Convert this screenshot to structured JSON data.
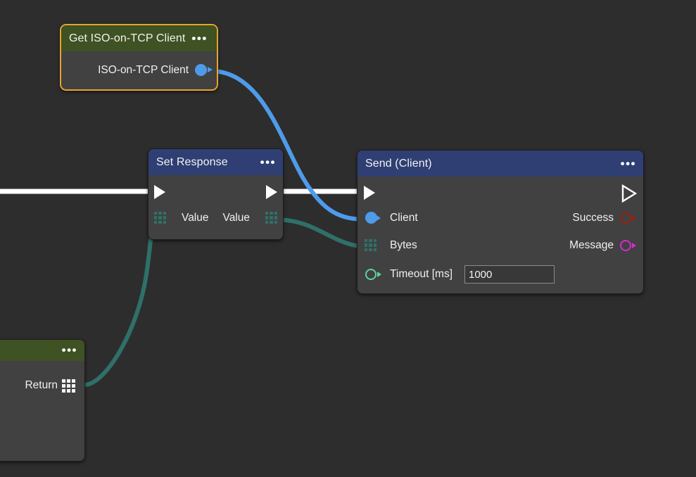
{
  "canvas": {
    "background": "#2d2d2d",
    "accent_selection": "#e8a32b",
    "exec_wire_color": "#ffffff",
    "data_wire_blue": "#4e9bea",
    "data_wire_teal": "#2f7069"
  },
  "nodes": {
    "get_client": {
      "title": "Get ISO-on-TCP Client",
      "menu": "•••",
      "header_color": "#3f5223",
      "selected": true,
      "outputs": [
        {
          "label": "ISO-on-TCP Client",
          "pin": "object-dot-pin",
          "color": "#4e9bea"
        }
      ]
    },
    "set_response": {
      "title": "Set Response",
      "menu": "•••",
      "header_color": "#2f3f73",
      "inputs": [
        {
          "label": "",
          "pin": "exec-in-pin"
        },
        {
          "label": "Value",
          "pin": "array-grid-pin",
          "color": "#2f7069"
        }
      ],
      "outputs": [
        {
          "label": "",
          "pin": "exec-out-pin"
        },
        {
          "label": "Value",
          "pin": "array-grid-pin",
          "color": "#2f7069"
        }
      ]
    },
    "send_client": {
      "title": "Send (Client)",
      "menu": "•••",
      "header_color": "#2f3f73",
      "inputs": [
        {
          "label": "",
          "pin": "exec-in-pin"
        },
        {
          "label": "Client",
          "pin": "object-dot-pin",
          "color": "#4e9bea"
        },
        {
          "label": "Bytes",
          "pin": "array-grid-pin",
          "color": "#2f7069"
        },
        {
          "label": "Timeout [ms]",
          "pin": "number-ring-pin",
          "color": "#5fd39a",
          "value": "1000"
        }
      ],
      "outputs": [
        {
          "label": "",
          "pin": "exec-out-pin"
        },
        {
          "label": "Success",
          "pin": "bool-ring-pin",
          "color": "#9b1f16"
        },
        {
          "label": "Message",
          "pin": "string-ring-pin",
          "color": "#d42bd4"
        }
      ]
    },
    "return_node": {
      "title": "",
      "menu": "•••",
      "header_color": "#3f5223",
      "outputs": [
        {
          "label": "Return",
          "pin": "array-grid-pin",
          "color": "#f2f2f2"
        }
      ],
      "field_value": ""
    }
  }
}
